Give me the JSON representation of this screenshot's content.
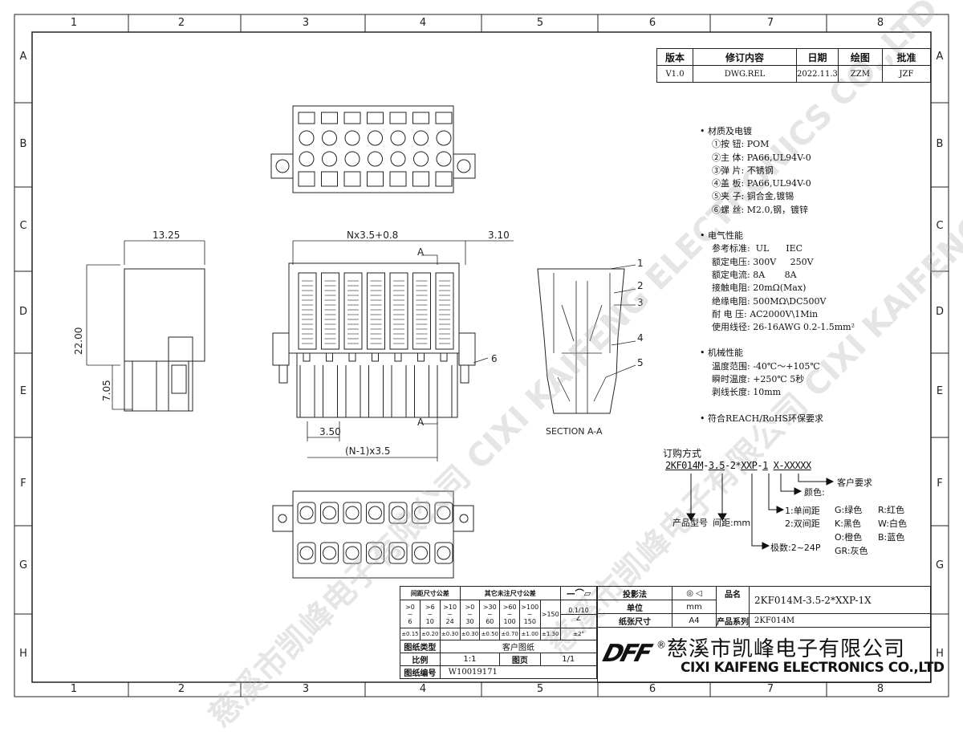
{
  "frame": {
    "cols": [
      "1",
      "2",
      "3",
      "4",
      "5",
      "6",
      "7",
      "8"
    ],
    "rows": [
      "A",
      "B",
      "C",
      "D",
      "E",
      "F",
      "G",
      "H"
    ]
  },
  "revision": {
    "headers": [
      "版本",
      "修订内容",
      "日期",
      "绘图",
      "批准"
    ],
    "row": [
      "V1.0",
      "DWG.REL",
      "2022.11.3",
      "ZZM",
      "JZF"
    ]
  },
  "dims": {
    "d1325": "13.25",
    "nx": "Nx3.5+0.8",
    "d310": "3.10",
    "d2200": "22.00",
    "d705": "7.05",
    "d350": "3.50",
    "n1": "(N-1)x3.5",
    "a1": "A",
    "a2": "A",
    "section": "SECTION A-A",
    "callouts": [
      "1",
      "2",
      "3",
      "4",
      "5",
      "6"
    ]
  },
  "spec": {
    "materials_title": "• 材质及电镀",
    "materials": [
      "①按 钮: POM",
      "②主 体: PA66,UL94V-0",
      "③弹 片: 不锈钢",
      "④盖 板: PA66,UL94V-0",
      "⑤夹 子: 铜合金,镀锡",
      "⑥螺 丝: M2.0,钢，镀锌"
    ],
    "electrical_title": "• 电气性能",
    "electrical": [
      "参考标准:  UL      IEC",
      "额定电压: 300V     250V",
      "额定电流: 8A       8A",
      "接触电阻: 20mΩ(Max)",
      "绝缘电阻: 500MΩ\\DC500V",
      "耐 电 压: AC2000V\\1Min",
      "使用线径: 26-16AWG 0.2-1.5mm²"
    ],
    "mechanical_title": "• 机械性能",
    "mechanical": [
      "温度范围: -40℃～+105℃",
      "瞬时温度: +250℃ 5秒",
      "剥线长度: 10mm"
    ],
    "compliance": "• 符合REACH/RoHS环保要求"
  },
  "order": {
    "title": "订购方式",
    "code": [
      "2KF014M",
      "-",
      "3.5",
      "-2*",
      "XXP",
      "-",
      "1",
      "X",
      "-",
      "XXXXX"
    ],
    "customer": "客户要求",
    "color_title": "颜色:",
    "colors": [
      "G:绿色",
      "R:红色",
      "K:黑色",
      "W:白色",
      "O:橙色",
      "B:蓝色",
      "GR:灰色"
    ],
    "spacing1": "1:单间距",
    "spacing2": "2:双间距",
    "poles": "极数:2~24P",
    "model": "产品型号",
    "pitch": "间距:mm"
  },
  "titleblock": {
    "pitch_tol": "间距尺寸公差",
    "other_tol": "其它未注尺寸公差",
    "ranges_a": [
      ">0\n~\n6",
      ">6\n~\n10",
      ">10\n~\n24"
    ],
    "ranges_b": [
      ">0\n~\n30",
      ">30\n~\n60",
      ">60\n~\n100",
      ">100\n~\n150"
    ],
    "gt150": ">150",
    "tols": [
      "±0.15",
      "±0.20",
      "±0.30",
      "±0.30",
      "±0.50",
      "±0.70",
      "±1.00",
      "±1.30"
    ],
    "flat": "0.1/10",
    "angle_tol": "±2°",
    "projection": "投影法",
    "unit_label": "单位",
    "unit": "mm",
    "paper_label": "纸张尺寸",
    "paper": "A4",
    "name_label": "品名",
    "name": "2KF014M-3.5-2*XXP-1X",
    "series_label": "产品系列",
    "series": "2KF014M",
    "type_label": "图纸类型",
    "type": "客户图纸",
    "scale_label": "比例",
    "scale": "1:1",
    "page_label": "图页",
    "page": "1/1",
    "number_label": "图纸编号",
    "number": "W10019171",
    "company_cn": "慈溪市凯峰电子有限公司",
    "company_en": "CIXI KAIFENG ELECTRONICS CO.,LTD",
    "logo": "DFF",
    "watermark": "慈溪市凯峰电子有限公司 CIXI KAIFENG ELECTRONICS CO.,LTD"
  }
}
